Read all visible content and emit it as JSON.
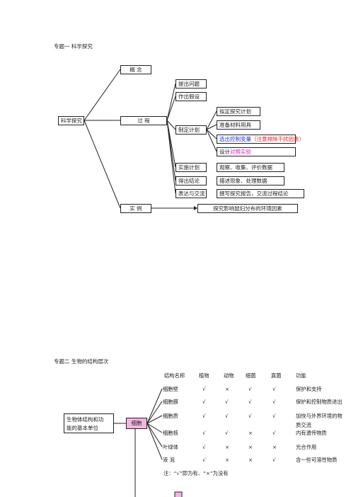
{
  "topic1": {
    "title": "专题一   科学探究",
    "root": "科学探究",
    "concept": "概    念",
    "process": "过    程",
    "example": "实    例",
    "steps": [
      "提出问题",
      "作出假设",
      "制定计划",
      "实施计划",
      "得出结论",
      "表达与交流"
    ],
    "plan_items": [
      "拟定探究计划",
      "准备材料用具"
    ],
    "plan_control_a": "选出控制变量",
    "plan_control_b": "（注意排除干扰因素）",
    "plan_design_a": "设计",
    "plan_design_b": "对照实验",
    "implement_detail": "观察、收集、评价数据",
    "conclusion_detail": "描述现象、处理数据",
    "express_detail": "撰写探究报告，交流过程结论",
    "example_detail": "探究影响鼠妇分布的环境因素"
  },
  "topic2": {
    "title": "专题二   生物的结构层次",
    "root_line1": "生物体结构和功",
    "root_line2": "能的基本单位",
    "cell": "细胞",
    "headers": [
      "结构名称",
      "植物",
      "动物",
      "细菌",
      "真菌",
      "功能"
    ],
    "rows": [
      {
        "name": "细胞壁",
        "cells": [
          "√",
          "×",
          "√",
          "√"
        ],
        "func": "保护和支持"
      },
      {
        "name": "细胞膜",
        "cells": [
          "√",
          "√",
          "√",
          "√"
        ],
        "func": "保护和控制物质进出"
      },
      {
        "name": "细胞质",
        "cells": [
          "√",
          "√",
          "√",
          "√"
        ],
        "func": "加快与外界环境的物",
        "func2": "质交流"
      },
      {
        "name": "细胞核",
        "cells": [
          "√",
          "√",
          "×",
          "√"
        ],
        "func": "内有遗传物质"
      },
      {
        "name": "叶绿体",
        "cells": [
          "√",
          "×",
          "×",
          "×"
        ],
        "func": "光合作用"
      },
      {
        "name": "液    泡",
        "cells": [
          "√",
          "×",
          "×",
          "√"
        ],
        "func": "含一些可溶性物质"
      }
    ],
    "note": "注：“√”即为有、“×”为没有"
  }
}
